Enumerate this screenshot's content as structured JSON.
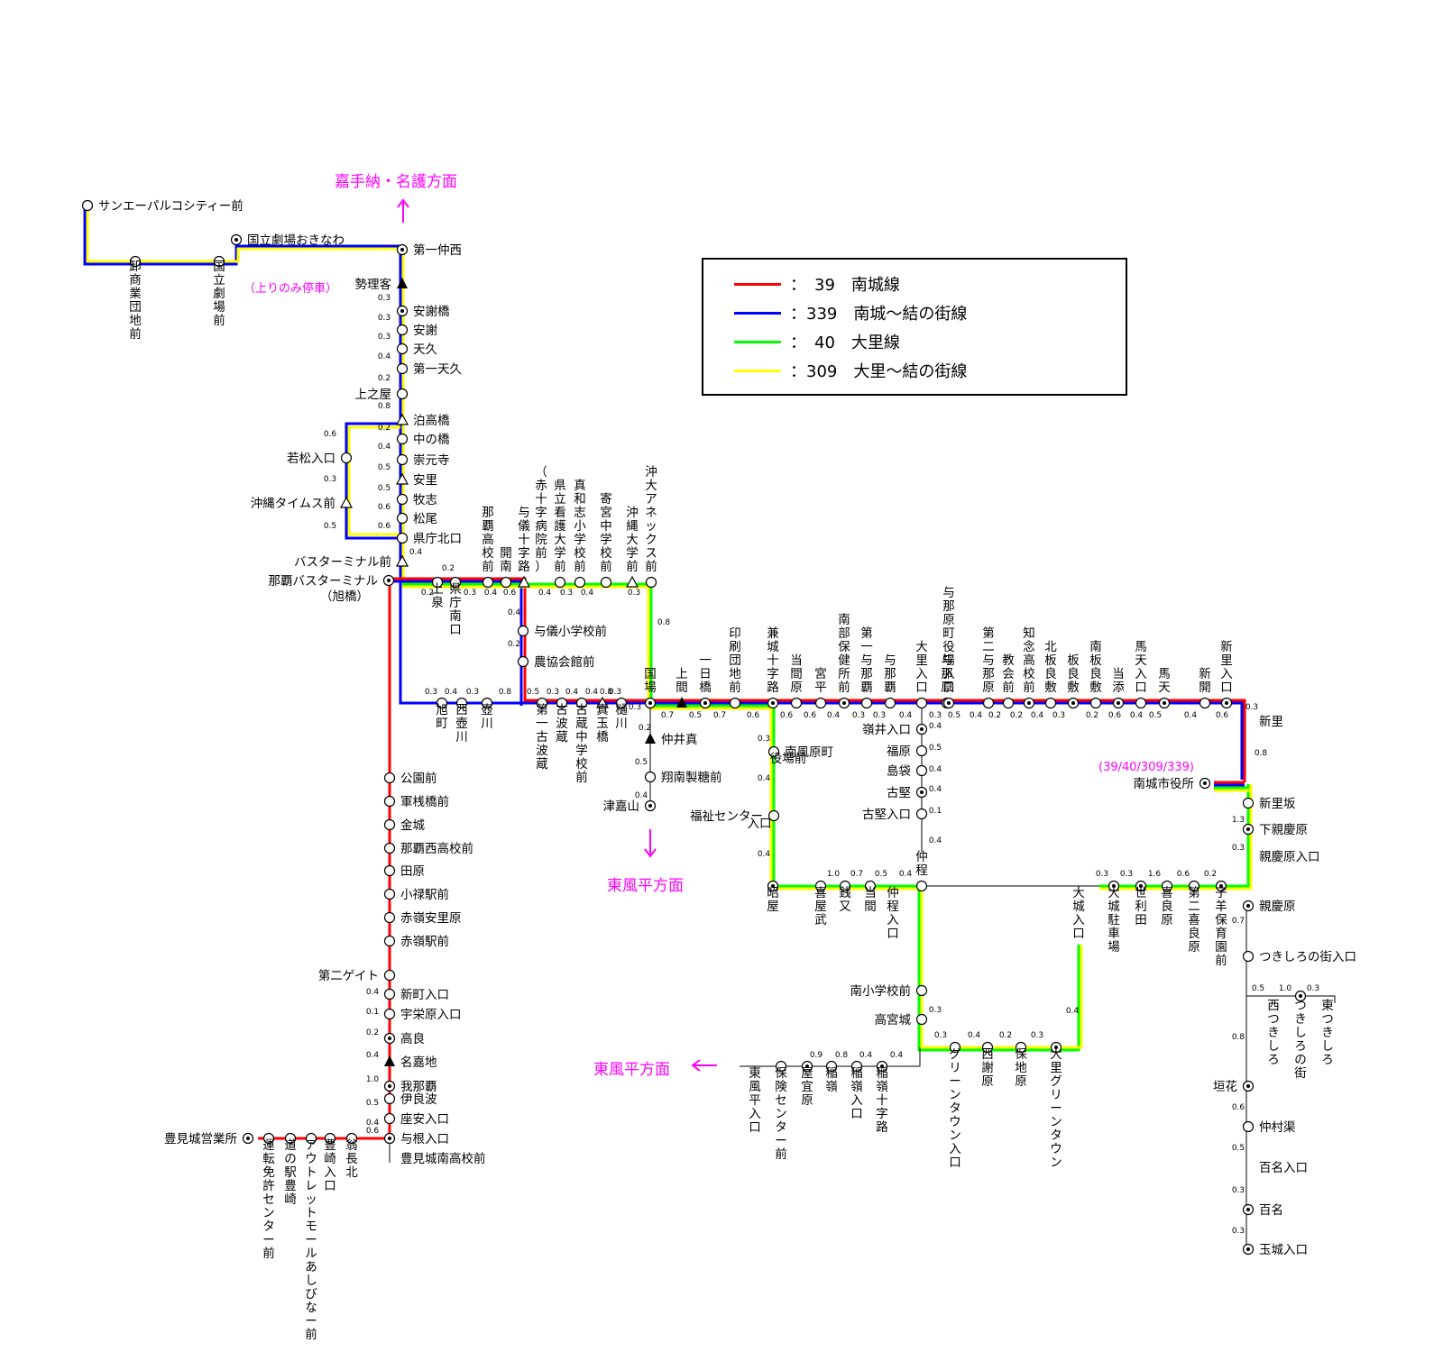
{
  "colors": {
    "line_39": "#ff0000",
    "line_339": "#0000ff",
    "line_40": "#00ff00",
    "line_309": "#ffff00",
    "annotation": "#ff00ff",
    "ink": "#000000"
  },
  "legend": [
    {
      "color": "#ff0000",
      "text": "：　39　南城線"
    },
    {
      "color": "#0000ff",
      "text": "：339　南城～結の街線"
    },
    {
      "color": "#00ff00",
      "text": "：　40　大里線"
    },
    {
      "color": "#ffff00",
      "text": "：309　大里～結の街線"
    }
  ],
  "directions": {
    "north": "嘉手納・名護方面",
    "east_south": "東風平方面",
    "east_bottom": "東風平方面",
    "up_only": "（上りのみ停車）",
    "nanjo_city_hall_routes": "(39/40/309/339)"
  },
  "stops_h": [
    {
      "label": "サンエーパルコシティー前",
      "sym": "o"
    },
    {
      "label": "国立劇場おきなわ",
      "sym": "d"
    },
    {
      "label": "第一仲西",
      "sym": "d"
    },
    {
      "label": "勢理客",
      "sym": "t"
    },
    {
      "label": "安謝橋",
      "sym": "d"
    },
    {
      "label": "安謝",
      "sym": "o"
    },
    {
      "label": "天久",
      "sym": "o"
    },
    {
      "label": "第一天久",
      "sym": "o"
    },
    {
      "label": "上之屋",
      "sym": "o"
    },
    {
      "label": "泊高橋",
      "sym": "tri"
    },
    {
      "label": "中の橋",
      "sym": "o"
    },
    {
      "label": "崇元寺",
      "sym": "o"
    },
    {
      "label": "安里",
      "sym": "tri"
    },
    {
      "label": "牧志",
      "sym": "o"
    },
    {
      "label": "松尾",
      "sym": "o"
    },
    {
      "label": "県庁北口",
      "sym": "o"
    },
    {
      "label": "若松入口",
      "sym": "o"
    },
    {
      "label": "沖縄タイムス前",
      "sym": "tri"
    },
    {
      "label": "バスターミナル前",
      "sym": "tri"
    },
    {
      "label": "那覇バスターミナル",
      "sym": "d"
    },
    {
      "label": "（旭橋）",
      "sym": "none"
    },
    {
      "label": "与儀小学校前",
      "sym": "o"
    },
    {
      "label": "農協会館前",
      "sym": "o"
    },
    {
      "label": "仲井真",
      "sym": "t"
    },
    {
      "label": "翔南製糖前",
      "sym": "o"
    },
    {
      "label": "津嘉山",
      "sym": "d"
    },
    {
      "label": "南風原町",
      "sym": "o"
    },
    {
      "label": "役場前",
      "sym": "none"
    },
    {
      "label": "福祉センター",
      "sym": "o"
    },
    {
      "label": "入口",
      "sym": "none"
    },
    {
      "label": "嶺井入口",
      "sym": "d"
    },
    {
      "label": "福原",
      "sym": "o"
    },
    {
      "label": "島袋",
      "sym": "o"
    },
    {
      "label": "古堅",
      "sym": "d"
    },
    {
      "label": "古堅入口",
      "sym": "o"
    },
    {
      "label": "南小学校前",
      "sym": "o"
    },
    {
      "label": "高宮城",
      "sym": "o"
    },
    {
      "label": "公園前",
      "sym": "o"
    },
    {
      "label": "軍桟橋前",
      "sym": "o"
    },
    {
      "label": "金城",
      "sym": "o"
    },
    {
      "label": "那覇西高校前",
      "sym": "o"
    },
    {
      "label": "田原",
      "sym": "o"
    },
    {
      "label": "小禄駅前",
      "sym": "o"
    },
    {
      "label": "赤嶺安里原",
      "sym": "o"
    },
    {
      "label": "赤嶺駅前",
      "sym": "o"
    },
    {
      "label": "第二ゲイト",
      "sym": "o"
    },
    {
      "label": "新町入口",
      "sym": "o"
    },
    {
      "label": "宇栄原入口",
      "sym": "o"
    },
    {
      "label": "高良",
      "sym": "d"
    },
    {
      "label": "名嘉地",
      "sym": "t"
    },
    {
      "label": "我那覇",
      "sym": "d"
    },
    {
      "label": "伊良波",
      "sym": "o"
    },
    {
      "label": "座安入口",
      "sym": "o"
    },
    {
      "label": "与根入口",
      "sym": "d"
    },
    {
      "label": "豊見城南高校前",
      "sym": "none"
    },
    {
      "label": "豊見城営業所",
      "sym": "d"
    },
    {
      "label": "南城市役所",
      "sym": "d"
    },
    {
      "label": "新里",
      "sym": "none"
    },
    {
      "label": "新里坂",
      "sym": "o"
    },
    {
      "label": "下親慶原",
      "sym": "d"
    },
    {
      "label": "親慶原入口",
      "sym": "none"
    },
    {
      "label": "親慶原",
      "sym": "d"
    },
    {
      "label": "つきしろの街入口",
      "sym": "o"
    },
    {
      "label": "垣花",
      "sym": "d"
    },
    {
      "label": "仲村渠",
      "sym": "o"
    },
    {
      "label": "百名入口",
      "sym": "none"
    },
    {
      "label": "百名",
      "sym": "d"
    },
    {
      "label": "玉城入口",
      "sym": "d"
    }
  ],
  "stops_v": [
    {
      "label": "卸商業団地前",
      "sym": "o"
    },
    {
      "label": "国立劇場前",
      "sym": "o"
    },
    {
      "label": "上泉",
      "sym": "o"
    },
    {
      "label": "県庁南口",
      "sym": "o"
    },
    {
      "label": "那覇高校前",
      "sym": "o"
    },
    {
      "label": "開南",
      "sym": "o"
    },
    {
      "label": "与儀十字路",
      "sym": "tri"
    },
    {
      "label": "（赤十字病院前）",
      "sym": "none"
    },
    {
      "label": "県立看護大学前",
      "sym": "o"
    },
    {
      "label": "真和志小学校前",
      "sym": "o"
    },
    {
      "label": "寄宮中学校前",
      "sym": "o"
    },
    {
      "label": "沖縄大学前",
      "sym": "tri"
    },
    {
      "label": "沖大アネックス前",
      "sym": "o"
    },
    {
      "label": "旭町",
      "sym": "o"
    },
    {
      "label": "西壺川",
      "sym": "o"
    },
    {
      "label": "壺川",
      "sym": "o"
    },
    {
      "label": "第一古波蔵",
      "sym": "o"
    },
    {
      "label": "古波蔵",
      "sym": "o"
    },
    {
      "label": "古蔵中学校前",
      "sym": "o"
    },
    {
      "label": "真玉橋",
      "sym": "tri"
    },
    {
      "label": "樋川",
      "sym": "o"
    },
    {
      "label": "国場",
      "sym": "d"
    },
    {
      "label": "上間",
      "sym": "t"
    },
    {
      "label": "一日橋",
      "sym": "d"
    },
    {
      "label": "印刷団地前",
      "sym": "o"
    },
    {
      "label": "兼城十字路",
      "sym": "d"
    },
    {
      "label": "当間原",
      "sym": "o"
    },
    {
      "label": "宮平",
      "sym": "o"
    },
    {
      "label": "南部保健所前",
      "sym": "d"
    },
    {
      "label": "第一与那覇",
      "sym": "o"
    },
    {
      "label": "与那覇",
      "sym": "o"
    },
    {
      "label": "大里入口",
      "sym": "o"
    },
    {
      "label": "与那原",
      "sym": "o"
    },
    {
      "label": "与那原町役場入口",
      "sym": "d"
    },
    {
      "label": "第二与那原",
      "sym": "o"
    },
    {
      "label": "教会前",
      "sym": "o"
    },
    {
      "label": "知念高校前",
      "sym": "d"
    },
    {
      "label": "北板良敷",
      "sym": "o"
    },
    {
      "label": "板良敷",
      "sym": "d"
    },
    {
      "label": "南板良敷",
      "sym": "o"
    },
    {
      "label": "当添",
      "sym": "d"
    },
    {
      "label": "馬天入口",
      "sym": "o"
    },
    {
      "label": "馬天",
      "sym": "d"
    },
    {
      "label": "新開",
      "sym": "o"
    },
    {
      "label": "新里入口",
      "sym": "d"
    },
    {
      "label": "昭屋",
      "sym": "d"
    },
    {
      "label": "喜屋武",
      "sym": "o"
    },
    {
      "label": "銭又",
      "sym": "o"
    },
    {
      "label": "当間",
      "sym": "o"
    },
    {
      "label": "仲程入口",
      "sym": "none"
    },
    {
      "label": "仲程",
      "sym": "o"
    },
    {
      "label": "大城入口",
      "sym": "none"
    },
    {
      "label": "大城駐車場",
      "sym": "d"
    },
    {
      "label": "世利田",
      "sym": "d"
    },
    {
      "label": "喜良原",
      "sym": "o"
    },
    {
      "label": "第二喜良原",
      "sym": "o"
    },
    {
      "label": "子羊保育園前",
      "sym": "d"
    },
    {
      "label": "グリーンタウン入口",
      "sym": "o"
    },
    {
      "label": "西謝原",
      "sym": "o"
    },
    {
      "label": "保地原",
      "sym": "o"
    },
    {
      "label": "大里グリーンタウン",
      "sym": "d"
    },
    {
      "label": "東風平入口",
      "sym": "none"
    },
    {
      "label": "保険センター前",
      "sym": "o"
    },
    {
      "label": "屋宜原",
      "sym": "d"
    },
    {
      "label": "稲嶺",
      "sym": "o"
    },
    {
      "label": "稲嶺入口",
      "sym": "o"
    },
    {
      "label": "稲嶺十字路",
      "sym": "d"
    },
    {
      "label": "運転免許センター前",
      "sym": "o"
    },
    {
      "label": "道の駅豊崎",
      "sym": "o"
    },
    {
      "label": "アウトレットモールあしびなー前",
      "sym": "o"
    },
    {
      "label": "豊崎入口",
      "sym": "o"
    },
    {
      "label": "翁長北",
      "sym": "o"
    },
    {
      "label": "西つきしろ",
      "sym": "none"
    },
    {
      "label": "つきしろの街",
      "sym": "d"
    },
    {
      "label": "東つきしろ",
      "sym": "none"
    }
  ],
  "distances": [
    "0.3",
    "0.3",
    "0.3",
    "0.4",
    "0.2",
    "0.8",
    "0.2",
    "0.4",
    "0.5",
    "0.5",
    "0.6",
    "0.6",
    "0.4",
    "0.6",
    "0.3",
    "0.5",
    "0.2",
    "0.2",
    "0.3",
    "0.4",
    "0.6",
    "0.4",
    "0.2",
    "0.4",
    "0.3",
    "0.4",
    "0.8",
    "0.3",
    "0.3",
    "0.3",
    "0.4",
    "0.3",
    "0.8",
    "0.5",
    "0.3",
    "0.4",
    "0.4",
    "0.8",
    "0.3",
    "0.7",
    "0.5",
    "0.7",
    "0.6",
    "0.6",
    "0.6",
    "0.4",
    "0.3",
    "0.3",
    "0.4",
    "0.3",
    "0.5",
    "0.4",
    "0.2",
    "0.2",
    "0.4",
    "0.3",
    "0.2",
    "0.6",
    "0.4",
    "0.5",
    "0.4",
    "0.6",
    "0.3",
    "0.2",
    "0.5",
    "0.4",
    "0.3",
    "0.4",
    "0.4",
    "0.4",
    "0.5",
    "0.4",
    "0.4",
    "0.1",
    "0.4",
    "1.0",
    "0.7",
    "0.5",
    "0.4",
    "0.3",
    "0.3",
    "1.6",
    "0.6",
    "0.2",
    "0.8",
    "1.3",
    "0.3",
    "0.7",
    "0.8",
    "0.6",
    "0.5",
    "0.3",
    "0.3",
    "0.5",
    "1.0",
    "0.3",
    "0.3",
    "0.3",
    "0.4",
    "0.2",
    "0.3",
    "0.4",
    "0.9",
    "0.8",
    "0.4",
    "0.4",
    "0.4",
    "0.1",
    "0.2",
    "0.4",
    "1.0",
    "0.5",
    "0.4",
    "0.6",
    "0.2"
  ]
}
